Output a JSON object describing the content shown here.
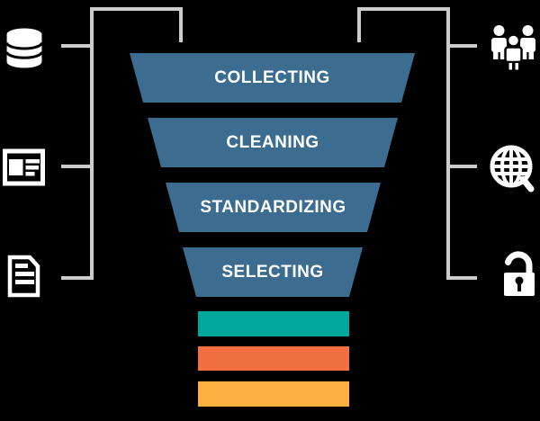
{
  "title": "data-processing-funnel-diagram",
  "colors": {
    "background": "#000000",
    "funnel_blue": "#3C6C8F",
    "line_gray": "#CCCCCC",
    "icon_white": "#FFFFFF",
    "text_white": "#FFFFFF"
  },
  "funnel": {
    "stages": [
      {
        "label": "COLLECTING"
      },
      {
        "label": "CLEANING"
      },
      {
        "label": "STANDARDIZING"
      },
      {
        "label": "SELECTING"
      }
    ],
    "output_bars": [
      {
        "name": "teal-output-bar",
        "color": "#00A79C"
      },
      {
        "name": "orange-output-bar",
        "color": "#F2703F"
      },
      {
        "name": "yellow-output-bar",
        "color": "#FBB040"
      }
    ]
  },
  "left_icons": [
    {
      "name": "database-icon"
    },
    {
      "name": "article-icon"
    },
    {
      "name": "document-icon"
    }
  ],
  "right_icons": [
    {
      "name": "people-group-icon"
    },
    {
      "name": "globe-icon"
    },
    {
      "name": "unlock-icon"
    }
  ]
}
